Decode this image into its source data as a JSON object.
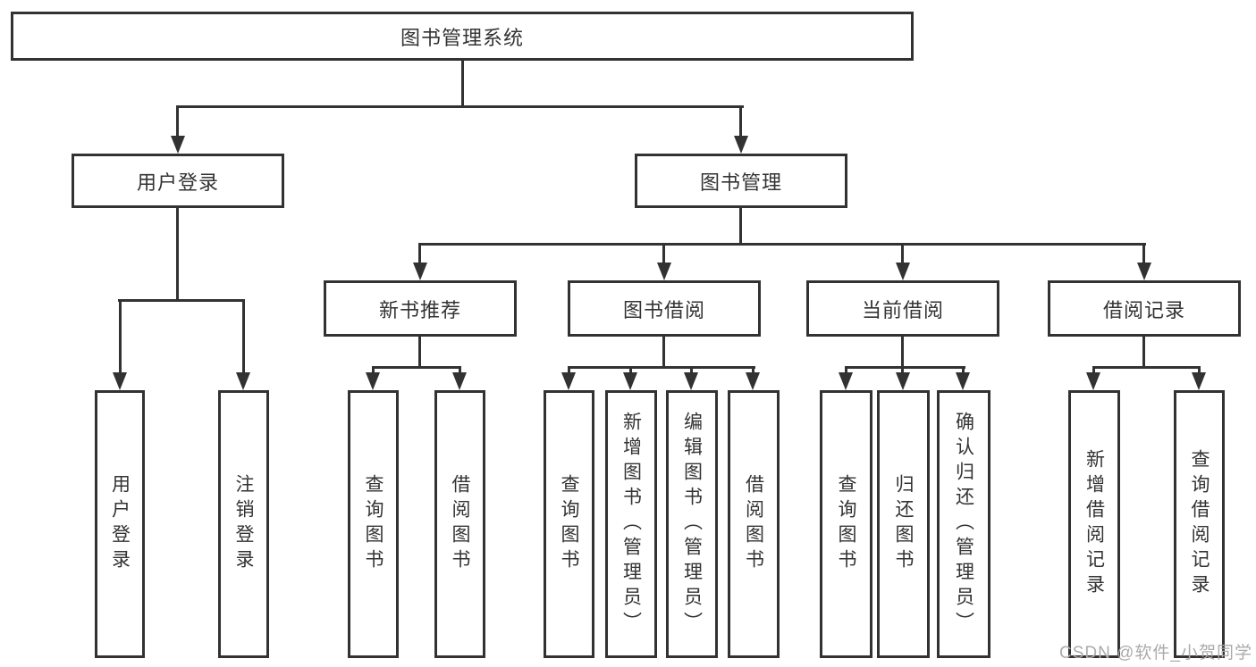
{
  "diagram": {
    "root": "图书管理系统",
    "level2": [
      "用户登录",
      "图书管理"
    ],
    "level3": [
      "新书推荐",
      "图书借阅",
      "当前借阅",
      "借阅记录"
    ],
    "leaves": {
      "user": [
        "用户登录",
        "注销登录"
      ],
      "newbook": [
        "查询图书",
        "借阅图书"
      ],
      "borrow": [
        "查询图书",
        "新增图书（管理员）",
        "编辑图书（管理员）",
        "借阅图书"
      ],
      "current": [
        "查询图书",
        "归还图书",
        "确认归还（管理员）"
      ],
      "records": [
        "新增借阅记录",
        "查询借阅记录"
      ]
    },
    "watermark": "CSDN @软件_小贺同学",
    "colors": {
      "line": "#323232",
      "text": "#333333",
      "box_background": "#ffffff",
      "watermark": "#ababab"
    }
  }
}
